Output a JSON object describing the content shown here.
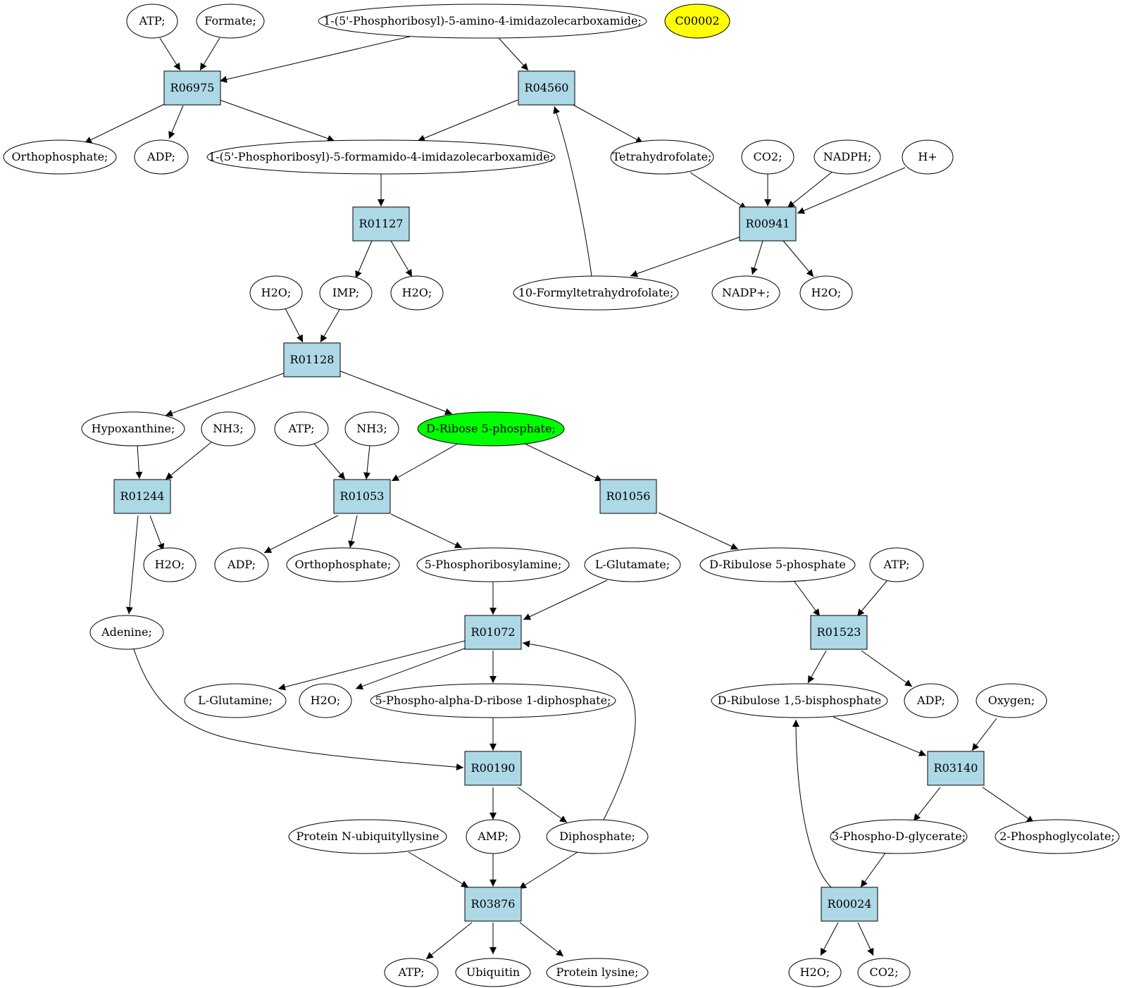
{
  "colors": {
    "reaction": "#add8e6",
    "metabolite": "#ffffff",
    "start": "#00ff00",
    "query": "#ffff00",
    "edge": "#000000"
  },
  "nodes": {
    "atp_a": "ATP;",
    "formate": "Formate;",
    "aicar": "1-(5'-Phosphoribosyl)-5-amino-4-imidazolecarboxamide;",
    "c00002": "C00002",
    "r06975": "R06975",
    "r04560": "R04560",
    "orthophosphate_a": "Orthophosphate;",
    "adp_a": "ADP;",
    "faicar": "1-(5'-Phosphoribosyl)-5-formamido-4-imidazolecarboxamide;",
    "thf": "Tetrahydrofolate;",
    "co2_a": "CO2;",
    "nadph": "NADPH;",
    "hplus": "H+",
    "r01127": "R01127",
    "r00941": "R00941",
    "h2o_a": "H2O;",
    "imp": "IMP;",
    "h2o_b": "H2O;",
    "formylthf": "10-Formyltetrahydrofolate;",
    "nadp": "NADP+;",
    "h2o_c": "H2O;",
    "r01128": "R01128",
    "hypoxanthine": "Hypoxanthine;",
    "nh3_a": "NH3;",
    "atp_b": "ATP;",
    "nh3_b": "NH3;",
    "r5p": "D-Ribose 5-phosphate;",
    "r01244": "R01244",
    "r01053": "R01053",
    "r01056": "R01056",
    "h2o_d": "H2O;",
    "adp_b": "ADP;",
    "orthophosphate_b": "Orthophosphate;",
    "pra": "5-Phosphoribosylamine;",
    "glutamate": "L-Glutamate;",
    "ru5p": "D-Ribulose 5-phosphate",
    "atp_c": "ATP;",
    "adenine": "Adenine;",
    "r01072": "R01072",
    "r01523": "R01523",
    "glutamine": "L-Glutamine;",
    "h2o_e": "H2O;",
    "prpp": "5-Phospho-alpha-D-ribose 1-diphosphate;",
    "rubp": "D-Ribulose 1,5-bisphosphate",
    "adp_c": "ADP;",
    "oxygen": "Oxygen;",
    "r00190": "R00190",
    "r03140": "R03140",
    "protein_ubiq": "Protein N-ubiquityllysine",
    "amp": "AMP;",
    "diphosphate": "Diphosphate;",
    "pga3": "3-Phospho-D-glycerate;",
    "pglycolate": "2-Phosphoglycolate;",
    "r03876": "R03876",
    "r00024": "R00024",
    "atp_d": "ATP;",
    "ubiquitin": "Ubiquitin",
    "protein_lys": "Protein lysine;",
    "h2o_f": "H2O;",
    "co2_b": "CO2;"
  }
}
